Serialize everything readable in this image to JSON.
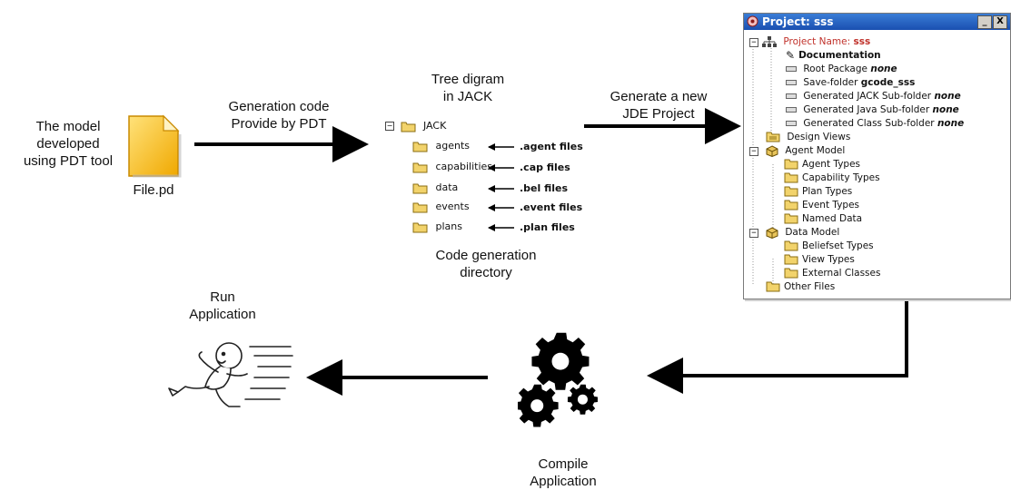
{
  "labels": {
    "model_line1": "The model",
    "model_line2": "developed",
    "model_line3": "using PDT tool",
    "file_name": "File.pd",
    "gen_code_line1": "Generation code",
    "gen_code_line2": "Provide by PDT",
    "tree_title_line1": "Tree digram",
    "tree_title_line2": "in JACK",
    "code_dir_line1": "Code generation",
    "code_dir_line2": "directory",
    "gen_project_line1": "Generate a new",
    "gen_project_line2": "JDE Project",
    "run_line1": "Run",
    "run_line2": "Application",
    "compile_line1": "Compile",
    "compile_line2": "Application"
  },
  "jack_tree": {
    "root": "JACK",
    "folders": [
      {
        "name": "agents",
        "ext": ".agent files"
      },
      {
        "name": "capabilities",
        "ext": ".cap files"
      },
      {
        "name": "data",
        "ext": ".bel files"
      },
      {
        "name": "events",
        "ext": ".event files"
      },
      {
        "name": "plans",
        "ext": ".plan files"
      }
    ]
  },
  "project_window": {
    "title": "Project: sss",
    "min_btn": "_",
    "close_btn": "X",
    "project_name_label": "Project Name:",
    "project_name_value": "sss",
    "documentation": "Documentation",
    "root_package_label": "Root Package",
    "root_package_value": "none",
    "save_folder_label": "Save-folder",
    "save_folder_value": "gcode_sss",
    "jack_sub_label": "Generated JACK Sub-folder",
    "jack_sub_value": "none",
    "java_sub_label": "Generated Java Sub-folder",
    "java_sub_value": "none",
    "class_sub_label": "Generated Class Sub-folder",
    "class_sub_value": "none",
    "design_views": "Design Views",
    "agent_model": "Agent Model",
    "agent_items": [
      "Agent Types",
      "Capability Types",
      "Plan Types",
      "Event Types",
      "Named Data"
    ],
    "data_model": "Data Model",
    "data_items": [
      "Beliefset Types",
      "View Types",
      "External Classes"
    ],
    "other_files": "Other Files"
  },
  "colors": {
    "arrow": "#000000",
    "file_icon": "#f4b400",
    "title_bar": "#1a4fb0",
    "folder": "#f2d36b"
  }
}
